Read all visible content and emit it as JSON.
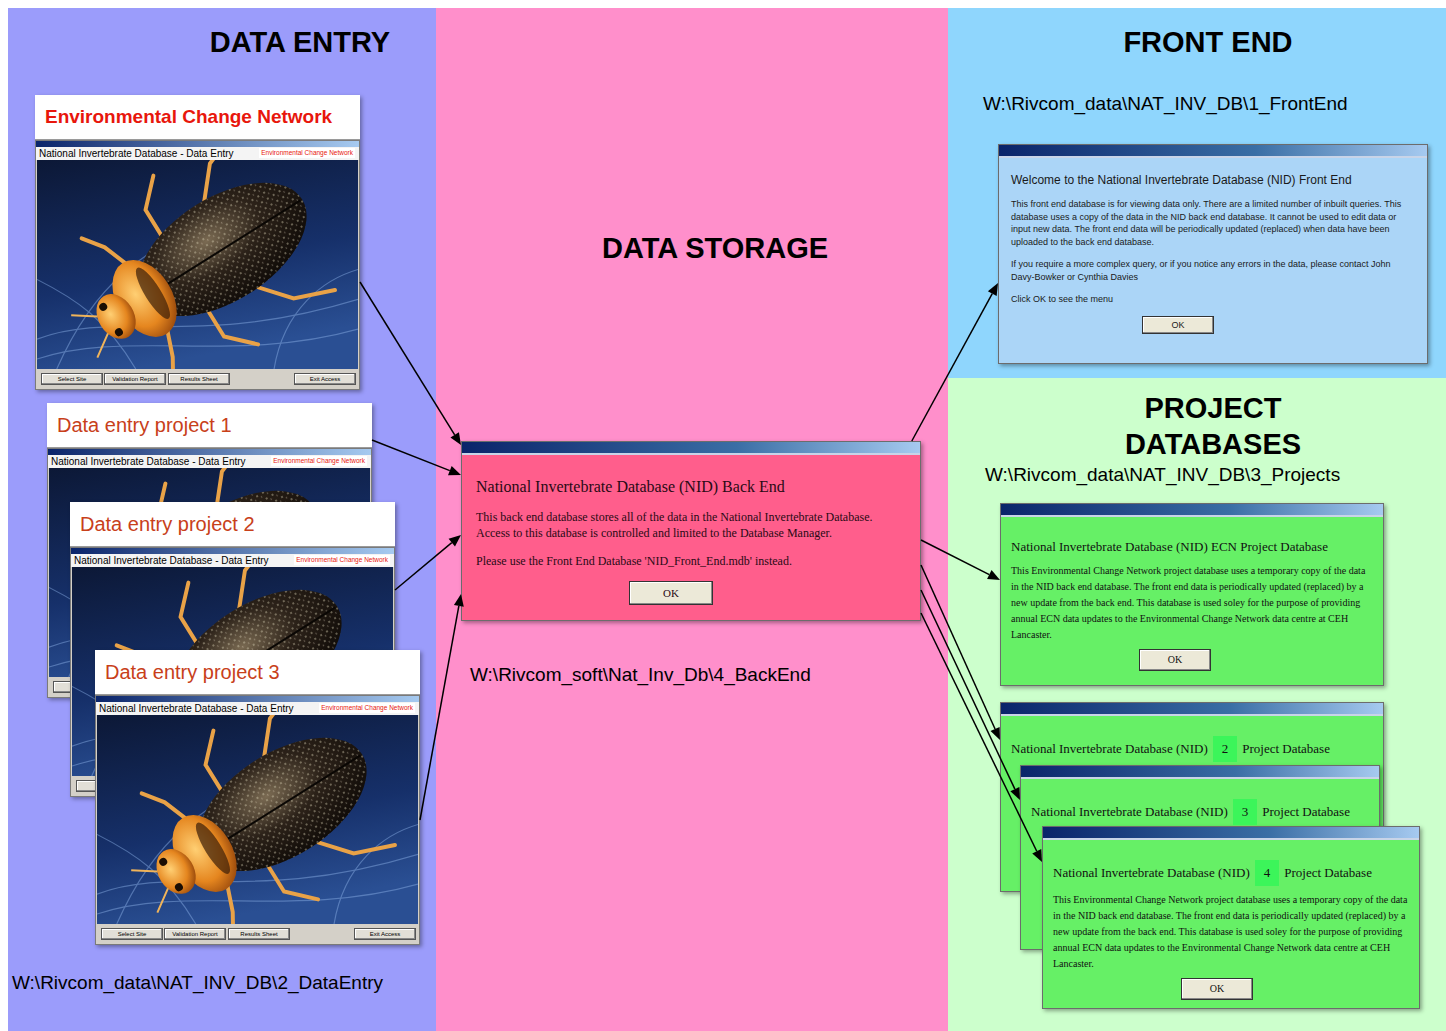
{
  "diagram": {
    "nodes": [
      {
        "text": [
          "DATA ENTRY",
          "W:\\Rivcom_data\\NAT_INV_DB\\2_DataEntry"
        ]
      },
      {
        "text": [
          "Environmental Change Network",
          "National Invertebrate Database - Data Entry",
          "Environmental Change Network",
          "Select Site",
          "Validation Report",
          "Results Sheet",
          "Exit Access"
        ],
        "in": 0
      },
      {
        "text": [
          "Data entry project 1",
          "National Invertebrate Database - Data Entry",
          "Environmental Change Network"
        ],
        "in": 0
      },
      {
        "text": [
          "Data entry project 2",
          "National Invertebrate Database - Data Entry",
          "Environmental Change Network"
        ],
        "in": 0
      },
      {
        "text": [
          "Data entry project 3",
          "National Invertebrate Database - Data Entry",
          "Environmental Change Network",
          "Select Site",
          "Validation Report",
          "Results Sheet",
          "Exit Access"
        ],
        "in": 0
      },
      {
        "text": [
          "DATA STORAGE",
          "W:\\Rivcom_soft\\Nat_Inv_Db\\4_BackEnd"
        ]
      },
      {
        "text": [
          "National Invertebrate Database (NID) Back End",
          "This back end database stores all of the data in the National Invertebrate Database. Access to this database is controlled and limited to the Database Manager.",
          "Please use the Front End Database 'NID_Front_End.mdb' instead.",
          "OK"
        ],
        "in": 5
      },
      {
        "text": [
          "FRONT END",
          "W:\\Rivcom_data\\NAT_INV_DB\\1_FrontEnd"
        ]
      },
      {
        "text": [
          "Welcome to the National Invertebrate Database (NID) Front End",
          "This front end database is for viewing data only. There are a limited number of inbuilt queries. This database uses a copy of the data in the NID back end database. It cannot be used to edit data or input new data. The front end data will be periodically updated (replaced) when data have been uploaded to the back end database.",
          "If you require a more complex query, or if you notice any errors in the data, please contact John Davy-Bowker or Cynthia Davies",
          "Click OK to see the menu",
          "OK"
        ],
        "in": 7
      },
      {
        "text": [
          "PROJECT DATABASES",
          "W:\\Rivcom_data\\NAT_INV_DB\\3_Projects"
        ]
      },
      {
        "text": [
          "National Invertebrate Database (NID) ECN Project Database",
          "This Environmental Change Network project database uses a temporary copy of the data in the NID back end database. The front end data is periodically updated (replaced) by a new update from the back end. This database is used soley for the purpose of providing annual ECN data updates to the Environmental Change Network data centre at CEH Lancaster.",
          "OK"
        ],
        "in": 9
      },
      {
        "text": [
          "National Invertebrate Database (NID)",
          "2",
          "Project Database"
        ],
        "in": 9
      },
      {
        "text": [
          "National Invertebrate Database (NID)",
          "3",
          "Project Database"
        ],
        "in": 9
      },
      {
        "text": [
          "National Invertebrate Database (NID)",
          "4",
          "Project Database",
          "This Environmental Change Network project database uses a temporary copy of the data in the NID back end database. The front end data is periodically updated (replaced) by a new update from the back end. This database is used soley for the purpose of providing annual ECN data updates to the Environmental Change Network data centre at CEH Lancaster.",
          "OK"
        ],
        "in": 9
      }
    ],
    "edges": [
      {
        "from": 1,
        "to": 6,
        "arrow": "to"
      },
      {
        "from": 2,
        "to": 6,
        "arrow": "to"
      },
      {
        "from": 3,
        "to": 6,
        "arrow": "to"
      },
      {
        "from": 4,
        "to": 6,
        "arrow": "to"
      },
      {
        "from": 6,
        "to": 8,
        "arrow": "to"
      },
      {
        "from": 6,
        "to": 10,
        "arrow": "to"
      },
      {
        "from": 6,
        "to": 11,
        "arrow": "to"
      },
      {
        "from": 6,
        "to": 12,
        "arrow": "to"
      },
      {
        "from": 6,
        "to": 13,
        "arrow": "to"
      }
    ]
  }
}
